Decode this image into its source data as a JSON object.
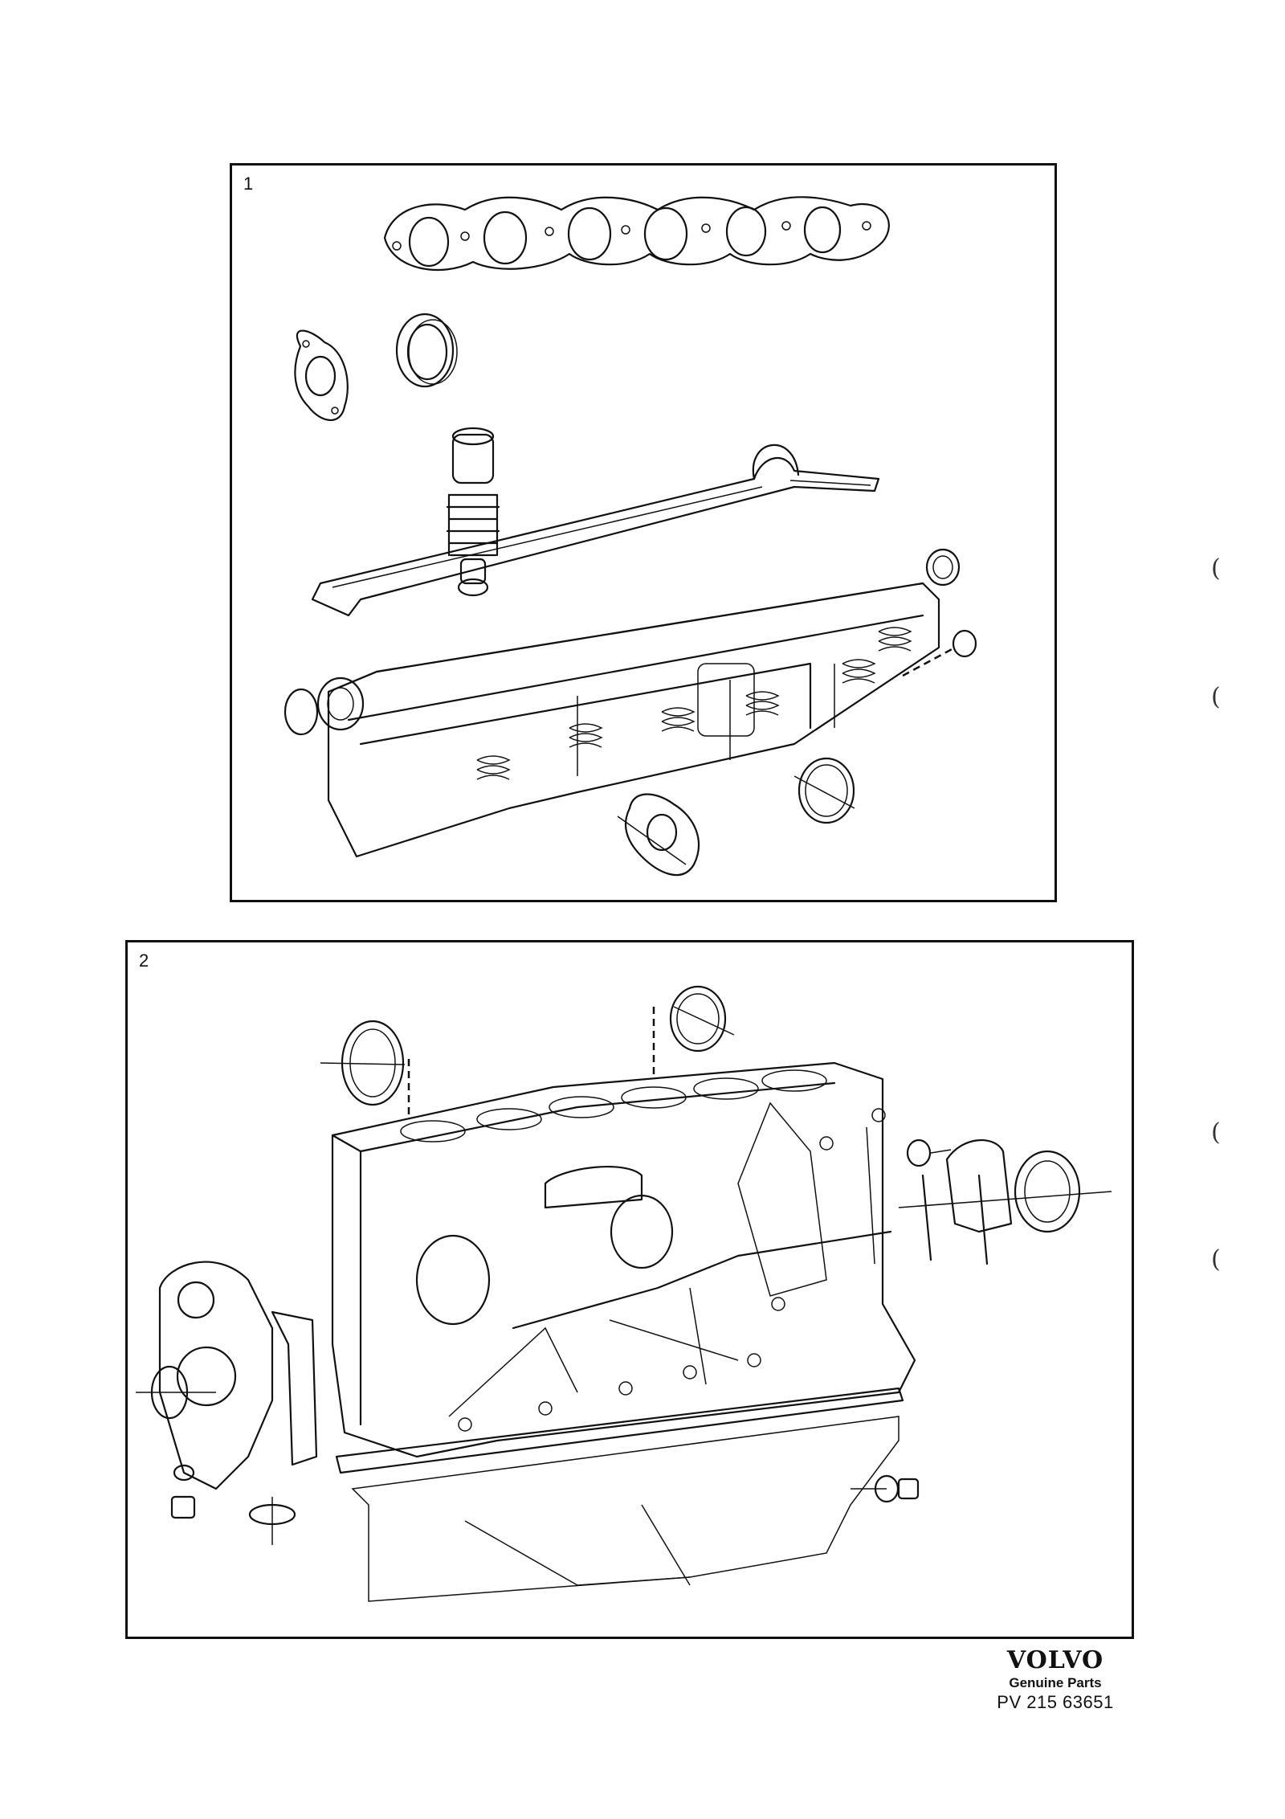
{
  "panels": [
    {
      "number": "1"
    },
    {
      "number": "2"
    }
  ],
  "margin_marks": [
    "(",
    "(",
    "(",
    "("
  ],
  "brand": {
    "logo": "VOLVO",
    "subtitle": "Genuine Parts",
    "part_number": "PV 215 63651"
  }
}
